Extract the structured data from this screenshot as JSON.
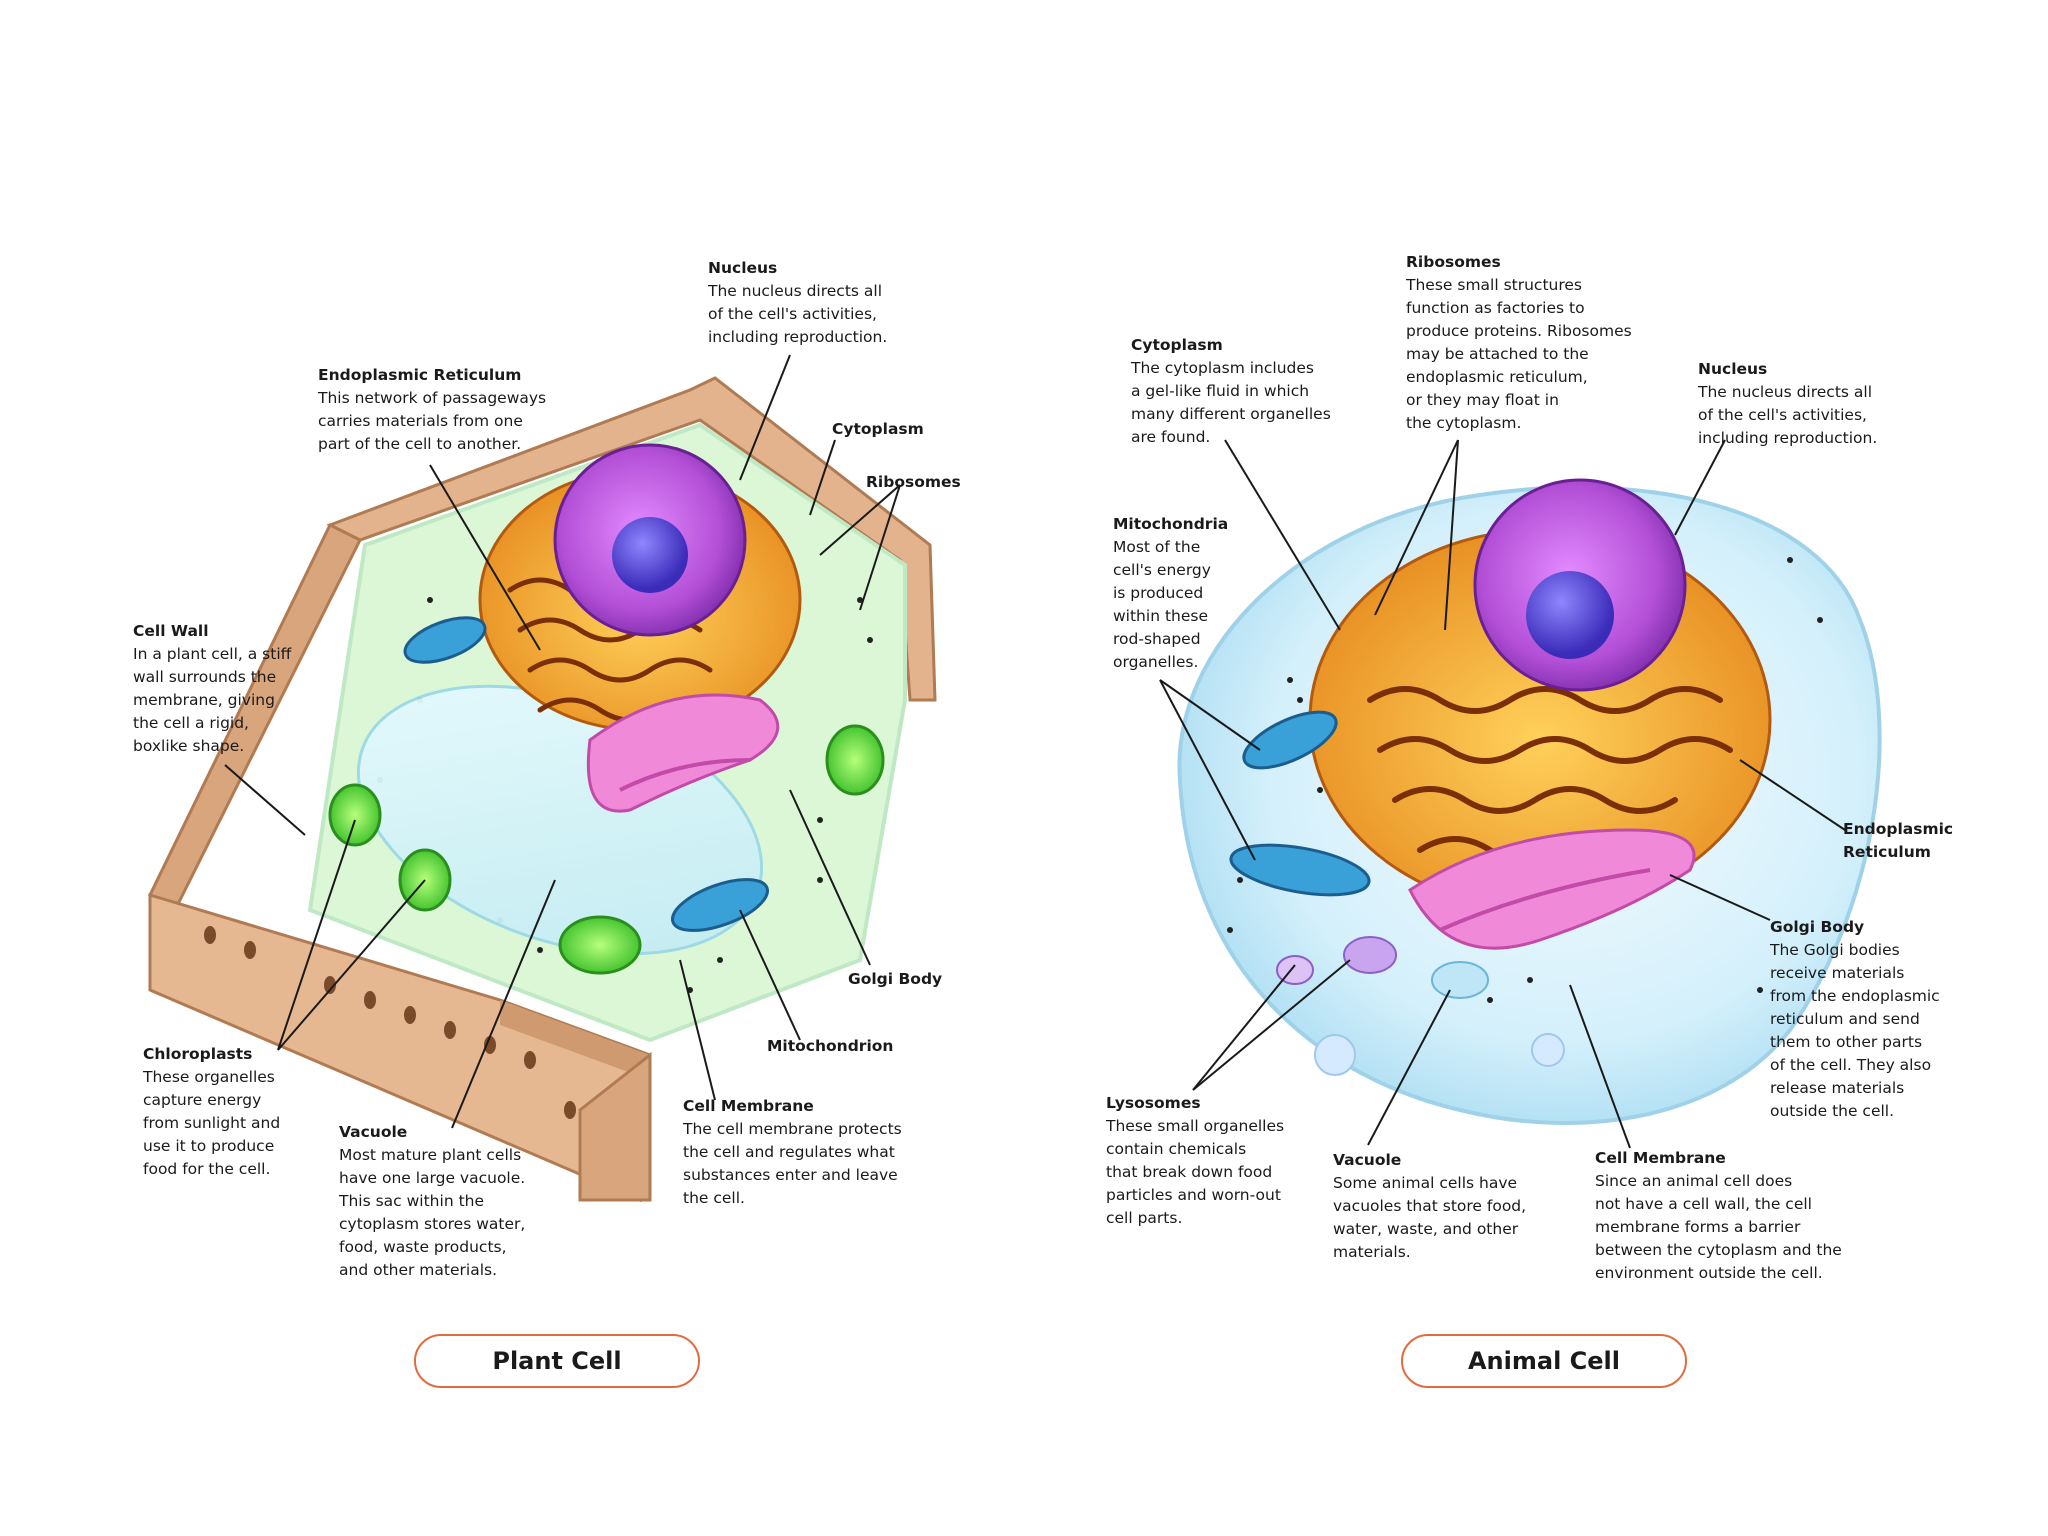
{
  "plant": {
    "title": "Plant Cell",
    "labels": {
      "nucleus": {
        "title": "Nucleus",
        "desc": "The nucleus directs all\nof the cell's activities,\nincluding reproduction."
      },
      "er": {
        "title": "Endoplasmic Reticulum",
        "desc": "This network of passageways\ncarries materials from one\npart of the cell to another."
      },
      "cytoplasm": {
        "title": "Cytoplasm"
      },
      "ribosomes": {
        "title": "Ribosomes"
      },
      "cellwall": {
        "title": "Cell Wall",
        "desc": "In a plant cell, a stiff\nwall surrounds the\nmembrane, giving\nthe cell a rigid,\nboxlike shape."
      },
      "golgi": {
        "title": "Golgi Body"
      },
      "mito": {
        "title": "Mitochondrion"
      },
      "chloroplasts": {
        "title": "Chloroplasts",
        "desc": "These organelles\ncapture energy\nfrom sunlight and\nuse it to produce\nfood for the cell."
      },
      "vacuole": {
        "title": "Vacuole",
        "desc": "Most mature plant cells\nhave one large vacuole.\nThis sac within the\ncytoplasm stores water,\nfood, waste products,\nand other materials."
      },
      "membrane": {
        "title": "Cell Membrane",
        "desc": "The cell membrane protects\nthe cell and regulates what\nsubstances enter and leave\nthe cell."
      }
    }
  },
  "animal": {
    "title": "Animal Cell",
    "labels": {
      "ribosomes": {
        "title": "Ribosomes",
        "desc": "These small structures\nfunction as factories to\nproduce proteins. Ribosomes\nmay be attached to the\nendoplasmic reticulum,\nor they may float in\nthe cytoplasm."
      },
      "cytoplasm": {
        "title": "Cytoplasm",
        "desc": "The cytoplasm includes\na gel-like fluid in which\nmany different organelles\nare found."
      },
      "nucleus": {
        "title": "Nucleus",
        "desc": "The nucleus directs all\nof the cell's activities,\nincluding reproduction."
      },
      "mito": {
        "title": "Mitochondria",
        "desc": "Most of the\ncell's energy\nis produced\nwithin these\nrod-shaped\norganelles."
      },
      "er": {
        "title": "Endoplasmic\nReticulum"
      },
      "golgi": {
        "title": "Golgi Body",
        "desc": "The Golgi bodies\nreceive materials\nfrom the endoplasmic\nreticulum and send\nthem to other parts\nof the cell. They also\nrelease materials\noutside the cell."
      },
      "lysosomes": {
        "title": "Lysosomes",
        "desc": "These small organelles\ncontain chemicals\nthat break down food\nparticles and worn-out\ncell parts."
      },
      "vacuole": {
        "title": "Vacuole",
        "desc": "Some animal cells have\nvacuoles that store food,\nwater, waste, and other\nmaterials."
      },
      "membrane": {
        "title": "Cell Membrane",
        "desc": "Since an animal cell does\nnot have a cell wall, the cell\nmembrane forms a barrier\nbetween the cytoplasm and the\nenvironment outside the cell."
      }
    }
  },
  "colors": {
    "wall": "#d9a57c",
    "wall_dark": "#b07a52",
    "cytoplasm": "#d9f6d2",
    "nucleus": "#b24fd6",
    "nucleolus": "#4a3bd0",
    "er": "#c86a1e",
    "golgi": "#e86ad0",
    "mitochondria": "#3aa0d8",
    "chloroplast": "#58d63a",
    "animal_cell": "#c9ecf8",
    "tab_border": "#e26b3e"
  }
}
